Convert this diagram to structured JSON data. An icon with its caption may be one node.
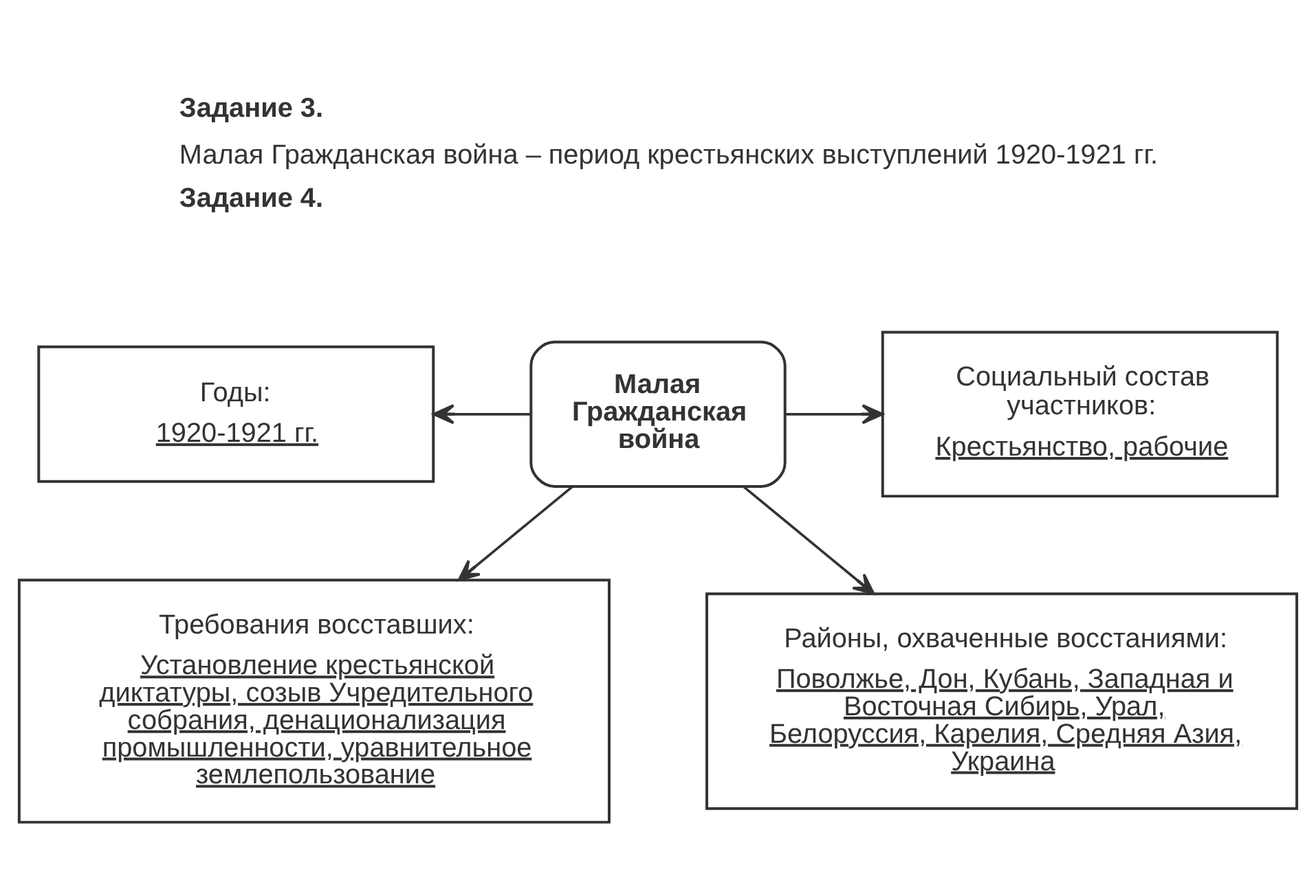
{
  "diagram": {
    "nodes": [
      {
        "text": [
          "Малая Гражданская война"
        ]
      },
      {
        "text": [
          "Годы:",
          "1920-1921 гг."
        ]
      },
      {
        "text": [
          "Социальный состав участников:",
          "Крестьянство, рабочие"
        ]
      },
      {
        "text": [
          "Требования восставших:",
          "Установление крестьянской диктатуры, созыв Учредительного собрания, денационализация промышленности, уравнительное землепользование"
        ]
      },
      {
        "text": [
          "Районы, охваченные восстаниями:",
          "Поволжье, Дон, Кубань, Западная и Восточная Сибирь, Урал, Белоруссия, Карелия, Средняя Азия, Украина"
        ]
      }
    ],
    "edges": [
      {
        "from": 0,
        "to": 1,
        "arrow": "to"
      },
      {
        "from": 0,
        "to": 2,
        "arrow": "to"
      },
      {
        "from": 0,
        "to": 3,
        "arrow": "to"
      },
      {
        "from": 0,
        "to": 4,
        "arrow": "to"
      }
    ],
    "labels": [
      "Задание 3.",
      "Малая Гражданская война – период крестьянских выступлений 1920-1921 гг.",
      "Задание 4."
    ]
  }
}
